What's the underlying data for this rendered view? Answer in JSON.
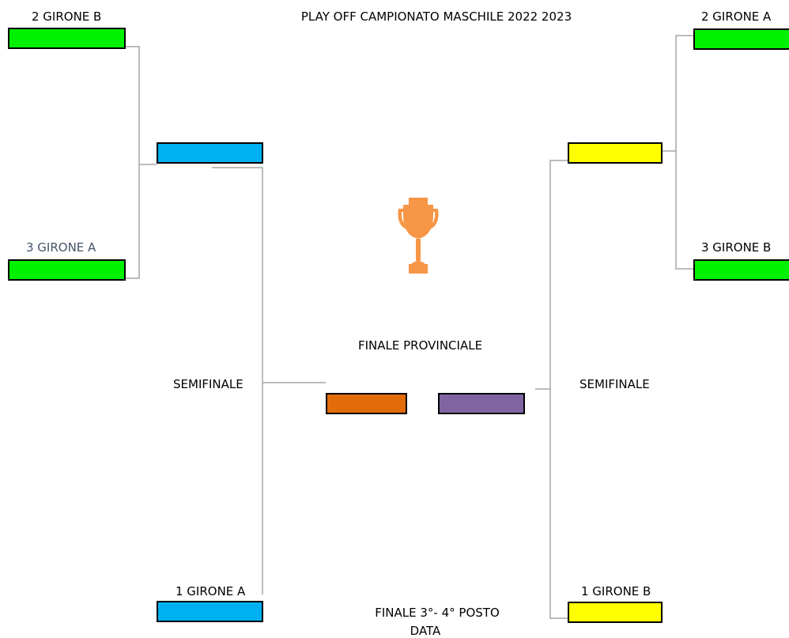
{
  "title": "PLAY OFF CAMPIONATO MASCHILE 2022 2023",
  "colors": {
    "green": "#00f200",
    "blue": "#00b0f0",
    "yellow": "#ffff00",
    "orange": "#e26b0a",
    "purple": "#8064a2",
    "trophy": "#f79646",
    "line": "#a6a6a6"
  },
  "left": {
    "seed_top_label": "2 GIRONE B",
    "seed_bottom_label": "3 GIRONE A",
    "direct_label": "1 GIRONE A",
    "semifinal_label": "SEMIFINALE"
  },
  "right": {
    "seed_top_label": "2 GIRONE A",
    "seed_bottom_label": "3 GIRONE B",
    "direct_label": "1 GIRONE B",
    "semifinal_label": "SEMIFINALE"
  },
  "final": {
    "label": "FINALE PROVINCIALE",
    "icon": "trophy-icon"
  },
  "third_place": {
    "label": "FINALE 3°- 4° POSTO",
    "date_label": "DATA"
  }
}
